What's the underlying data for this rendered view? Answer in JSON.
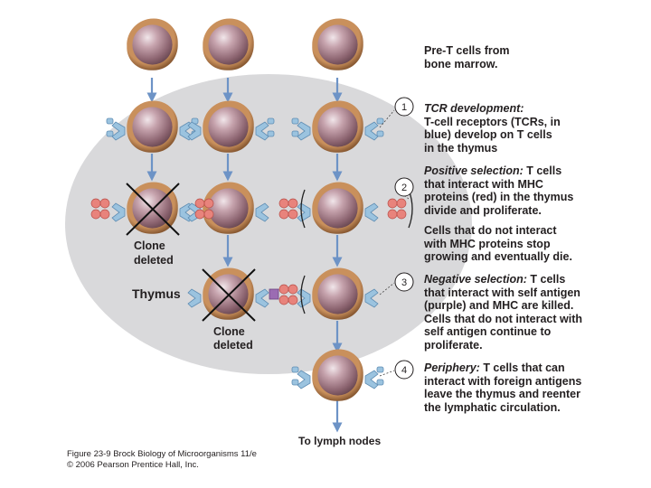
{
  "intro": {
    "line1": "Pre-T cells from",
    "line2": "bone marrow."
  },
  "steps": [
    {
      "num": "1",
      "heading": "TCR development:",
      "lines": [
        "T-cell receptors (TCRs, in",
        "blue) develop on T cells",
        "in the thymus"
      ]
    },
    {
      "num": "2",
      "heading": "Positive selection:",
      "first": " T cells",
      "lines": [
        "that interact with MHC",
        "proteins (red) in the thymus",
        "divide and proliferate."
      ]
    },
    {
      "num": "3",
      "heading": "Negative selection:",
      "first": " T cells",
      "lines": [
        "that interact with self antigen",
        "(purple) and MHC are killed.",
        "Cells that do not interact with",
        "self antigen continue to",
        "proliferate."
      ]
    },
    {
      "num": "4",
      "heading": "Periphery:",
      "first": " T cells that can",
      "lines": [
        "interact with foreign antigens",
        "leave the thymus and reenter",
        "the lymphatic circulation."
      ]
    }
  ],
  "note": {
    "lines": [
      "Cells that do not interact",
      "with MHC proteins stop",
      "growing and eventually die."
    ]
  },
  "labels": {
    "thymus": "Thymus",
    "clone_deleted_1": [
      "Clone",
      "deleted"
    ],
    "clone_deleted_2": [
      "Clone",
      "deleted"
    ],
    "to_lymph": "To lymph nodes"
  },
  "caption": {
    "line1": "Figure 23-9  Brock Biology of Microorganisms 11/e",
    "line2": "© 2006 Pearson Prentice Hall, Inc."
  },
  "colors": {
    "thymus_bg": "#d9d9db",
    "cell_fill": "#a8808a",
    "cell_rim": "#b07a4a",
    "tcr": "#9bc3df",
    "mhc": "#e8837c",
    "antigen": "#9b6cb3",
    "arrow": "#6d93c6"
  }
}
